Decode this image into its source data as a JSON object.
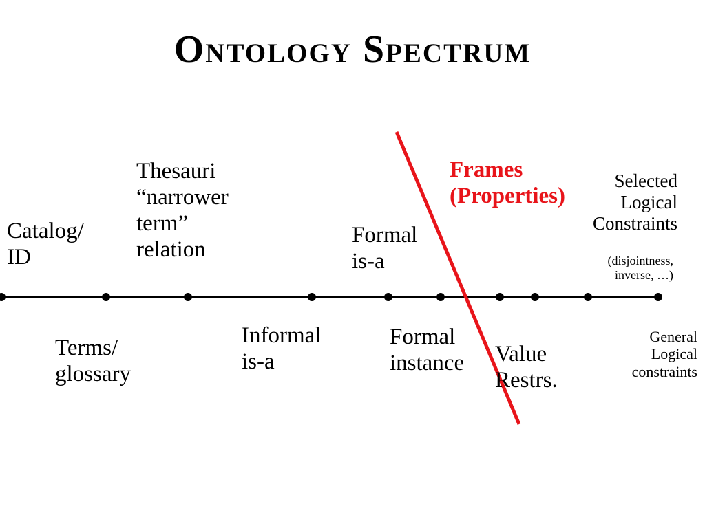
{
  "title": "Ontology Spectrum",
  "accent_color": "#e8141a",
  "labels": {
    "catalog": "Catalog/\nID",
    "thesauri": "Thesauri\n“narrower\nterm”\nrelation",
    "formal_isa": "Formal\nis-a",
    "frames": "Frames\n(Properties)",
    "selected_constraints": "Selected\nLogical\nConstraints",
    "selected_constraints_note": "(disjointness,\ninverse, …)",
    "terms": "Terms/\nglossary",
    "informal_isa": "Informal\nis-a",
    "formal_instance": "Formal\ninstance",
    "value_restrs": "Value\nRestrs.",
    "general_constraints": "General\nLogical\nconstraints"
  }
}
